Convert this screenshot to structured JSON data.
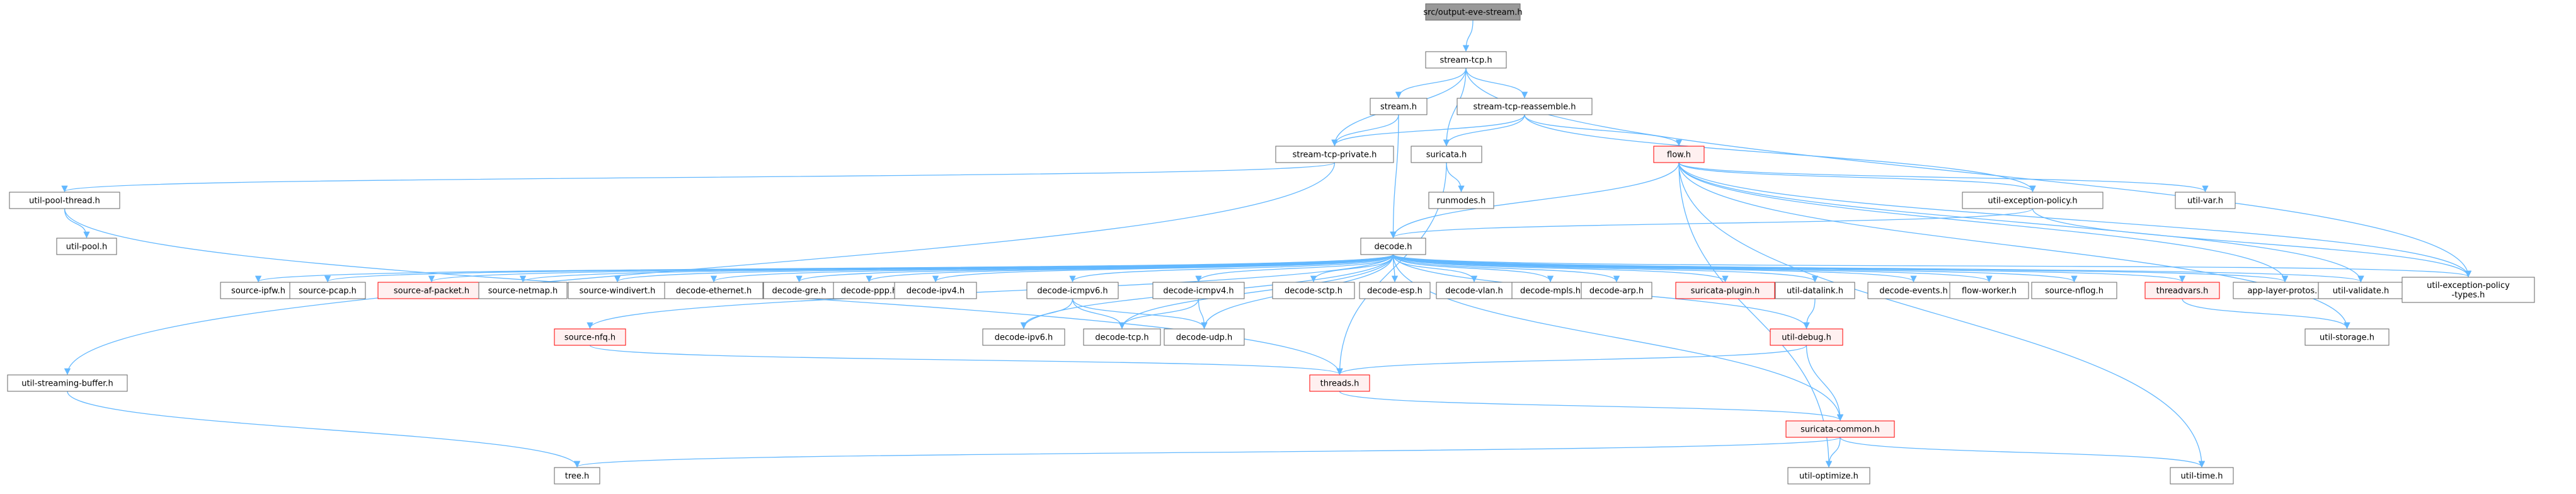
{
  "colors": {
    "edge": "#63b8ff",
    "node_border": "#666666",
    "node_fill": "#ffffff",
    "root_fill": "#999999",
    "highlight_border": "#ff0000",
    "highlight_fill": "#fff0f0",
    "text": "#000000"
  },
  "nodes": [
    {
      "id": "root",
      "label": "src/output-eve-stream.h",
      "style": "root"
    },
    {
      "id": "stcp",
      "label": "stream-tcp.h"
    },
    {
      "id": "stream",
      "label": "stream.h"
    },
    {
      "id": "reasm",
      "label": "stream-tcp-reassemble.h"
    },
    {
      "id": "private",
      "label": "stream-tcp-private.h"
    },
    {
      "id": "suricata",
      "label": "suricata.h"
    },
    {
      "id": "flow",
      "label": "flow.h",
      "style": "red"
    },
    {
      "id": "upoolthread",
      "label": "util-pool-thread.h"
    },
    {
      "id": "runmodes",
      "label": "runmodes.h"
    },
    {
      "id": "uexcpol",
      "label": "util-exception-policy.h"
    },
    {
      "id": "uvar",
      "label": "util-var.h"
    },
    {
      "id": "upool",
      "label": "util-pool.h"
    },
    {
      "id": "decode",
      "label": "decode.h"
    },
    {
      "id": "ipfw",
      "label": "source-ipfw.h"
    },
    {
      "id": "pcap",
      "label": "source-pcap.h"
    },
    {
      "id": "afpacket",
      "label": "source-af-packet.h",
      "style": "red"
    },
    {
      "id": "netmap",
      "label": "source-netmap.h"
    },
    {
      "id": "windivert",
      "label": "source-windivert.h"
    },
    {
      "id": "deth",
      "label": "decode-ethernet.h"
    },
    {
      "id": "dgre",
      "label": "decode-gre.h"
    },
    {
      "id": "dppp",
      "label": "decode-ppp.h"
    },
    {
      "id": "dipv4",
      "label": "decode-ipv4.h"
    },
    {
      "id": "dicmpv6",
      "label": "decode-icmpv6.h"
    },
    {
      "id": "dicmpv4",
      "label": "decode-icmpv4.h"
    },
    {
      "id": "dsctp",
      "label": "decode-sctp.h"
    },
    {
      "id": "desp",
      "label": "decode-esp.h"
    },
    {
      "id": "dvlan",
      "label": "decode-vlan.h"
    },
    {
      "id": "dmpls",
      "label": "decode-mpls.h"
    },
    {
      "id": "darp",
      "label": "decode-arp.h"
    },
    {
      "id": "splugin",
      "label": "suricata-plugin.h",
      "style": "red"
    },
    {
      "id": "udatalink",
      "label": "util-datalink.h"
    },
    {
      "id": "devents",
      "label": "decode-events.h"
    },
    {
      "id": "fworker",
      "label": "flow-worker.h"
    },
    {
      "id": "nflog",
      "label": "source-nflog.h"
    },
    {
      "id": "threadvars",
      "label": "threadvars.h",
      "style": "red"
    },
    {
      "id": "applayer",
      "label": "app-layer-protos.h"
    },
    {
      "id": "uvalidate",
      "label": "util-validate.h"
    },
    {
      "id": "uexctypes",
      "label": "util-exception-policy\n-types.h"
    },
    {
      "id": "nfq",
      "label": "source-nfq.h",
      "style": "red"
    },
    {
      "id": "dipv6",
      "label": "decode-ipv6.h"
    },
    {
      "id": "dtcp",
      "label": "decode-tcp.h"
    },
    {
      "id": "dudp",
      "label": "decode-udp.h"
    },
    {
      "id": "udebug",
      "label": "util-debug.h",
      "style": "red"
    },
    {
      "id": "ustorage",
      "label": "util-storage.h"
    },
    {
      "id": "usbuf",
      "label": "util-streaming-buffer.h"
    },
    {
      "id": "threads",
      "label": "threads.h",
      "style": "red"
    },
    {
      "id": "scommon",
      "label": "suricata-common.h",
      "style": "red"
    },
    {
      "id": "tree",
      "label": "tree.h"
    },
    {
      "id": "uopt",
      "label": "util-optimize.h"
    },
    {
      "id": "utime",
      "label": "util-time.h"
    }
  ],
  "edges": [
    [
      "root",
      "stcp"
    ],
    [
      "stcp",
      "stream"
    ],
    [
      "stcp",
      "reasm"
    ],
    [
      "stcp",
      "private"
    ],
    [
      "stcp",
      "suricata"
    ],
    [
      "stcp",
      "uexctypes"
    ],
    [
      "stream",
      "private"
    ],
    [
      "stream",
      "decode"
    ],
    [
      "reasm",
      "private"
    ],
    [
      "reasm",
      "suricata"
    ],
    [
      "reasm",
      "flow"
    ],
    [
      "reasm",
      "uexcpol"
    ],
    [
      "private",
      "upoolthread"
    ],
    [
      "private",
      "usbuf"
    ],
    [
      "suricata",
      "runmodes"
    ],
    [
      "suricata",
      "threads"
    ],
    [
      "flow",
      "decode"
    ],
    [
      "flow",
      "uexcpol"
    ],
    [
      "flow",
      "uvar"
    ],
    [
      "flow",
      "applayer"
    ],
    [
      "flow",
      "uvalidate"
    ],
    [
      "flow",
      "uexctypes"
    ],
    [
      "flow",
      "ustorage"
    ],
    [
      "flow",
      "uopt"
    ],
    [
      "flow",
      "utime"
    ],
    [
      "upoolthread",
      "upool"
    ],
    [
      "upoolthread",
      "threads"
    ],
    [
      "uexcpol",
      "decode"
    ],
    [
      "uexcpol",
      "uexctypes"
    ],
    [
      "decode",
      "ipfw"
    ],
    [
      "decode",
      "pcap"
    ],
    [
      "decode",
      "afpacket"
    ],
    [
      "decode",
      "netmap"
    ],
    [
      "decode",
      "windivert"
    ],
    [
      "decode",
      "deth"
    ],
    [
      "decode",
      "dgre"
    ],
    [
      "decode",
      "dppp"
    ],
    [
      "decode",
      "dipv4"
    ],
    [
      "decode",
      "dicmpv6"
    ],
    [
      "decode",
      "dicmpv4"
    ],
    [
      "decode",
      "dsctp"
    ],
    [
      "decode",
      "desp"
    ],
    [
      "decode",
      "dvlan"
    ],
    [
      "decode",
      "dmpls"
    ],
    [
      "decode",
      "darp"
    ],
    [
      "decode",
      "splugin"
    ],
    [
      "decode",
      "udatalink"
    ],
    [
      "decode",
      "devents"
    ],
    [
      "decode",
      "fworker"
    ],
    [
      "decode",
      "nflog"
    ],
    [
      "decode",
      "threadvars"
    ],
    [
      "decode",
      "applayer"
    ],
    [
      "decode",
      "uvalidate"
    ],
    [
      "decode",
      "uexctypes"
    ],
    [
      "decode",
      "nfq"
    ],
    [
      "decode",
      "dipv6"
    ],
    [
      "decode",
      "dtcp"
    ],
    [
      "decode",
      "dudp"
    ],
    [
      "decode",
      "udebug"
    ],
    [
      "decode",
      "scommon"
    ],
    [
      "dicmpv6",
      "dipv6"
    ],
    [
      "dicmpv6",
      "dtcp"
    ],
    [
      "dicmpv6",
      "dudp"
    ],
    [
      "dicmpv4",
      "dtcp"
    ],
    [
      "dicmpv4",
      "dudp"
    ],
    [
      "udatalink",
      "udebug"
    ],
    [
      "threadvars",
      "ustorage"
    ],
    [
      "nfq",
      "threads"
    ],
    [
      "udebug",
      "threads"
    ],
    [
      "udebug",
      "scommon"
    ],
    [
      "usbuf",
      "tree"
    ],
    [
      "threads",
      "scommon"
    ],
    [
      "scommon",
      "tree"
    ],
    [
      "scommon",
      "uopt"
    ],
    [
      "scommon",
      "utime"
    ]
  ]
}
